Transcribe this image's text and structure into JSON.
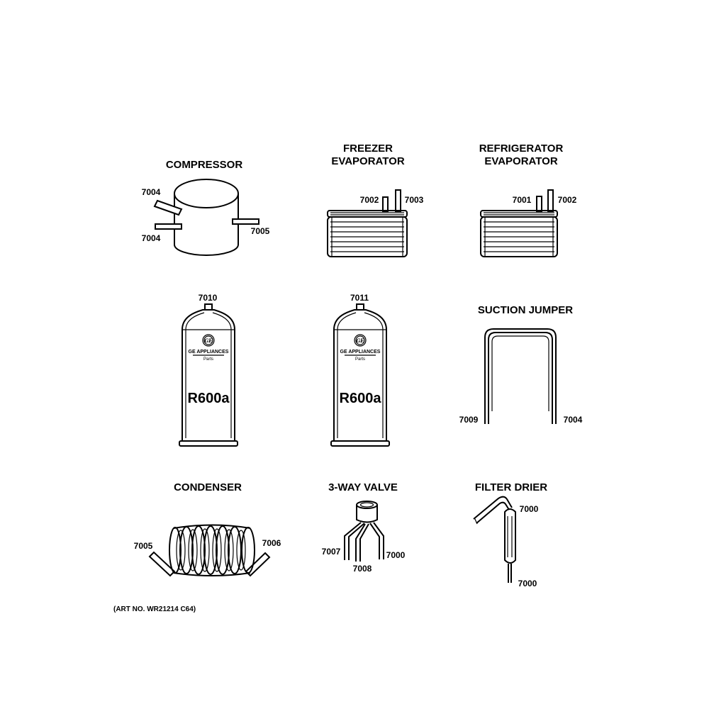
{
  "components": {
    "compressor": {
      "title": "COMPRESSOR",
      "callouts": [
        "7004",
        "7004",
        "7005"
      ]
    },
    "freezer_evaporator": {
      "title_lines": [
        "FREEZER",
        "EVAPORATOR"
      ],
      "callouts": [
        "7002",
        "7003"
      ]
    },
    "refrigerator_evaporator": {
      "title_lines": [
        "REFRIGERATOR",
        "EVAPORATOR"
      ],
      "callouts": [
        "7001",
        "7002"
      ]
    },
    "refrigerant_can_1": {
      "callout": "7010",
      "brand": "GE APPLIANCES",
      "sub": "Parts",
      "refrigerant": "R600a",
      "logo_icon": "ge-logo-icon"
    },
    "refrigerant_can_2": {
      "callout": "7011",
      "brand": "GE APPLIANCES",
      "sub": "Parts",
      "refrigerant": "R600a",
      "logo_icon": "ge-logo-icon"
    },
    "suction_jumper": {
      "title": "SUCTION JUMPER",
      "callouts": [
        "7009",
        "7004"
      ]
    },
    "condenser": {
      "title": "CONDENSER",
      "callouts": [
        "7005",
        "7006"
      ]
    },
    "three_way_valve": {
      "title": "3-WAY VALVE",
      "callouts": [
        "7007",
        "7008",
        "7000"
      ]
    },
    "filter_drier": {
      "title": "FILTER DRIER",
      "callouts": [
        "7000",
        "7000"
      ]
    }
  },
  "art_number": "(ART NO. WR21214 C64)"
}
